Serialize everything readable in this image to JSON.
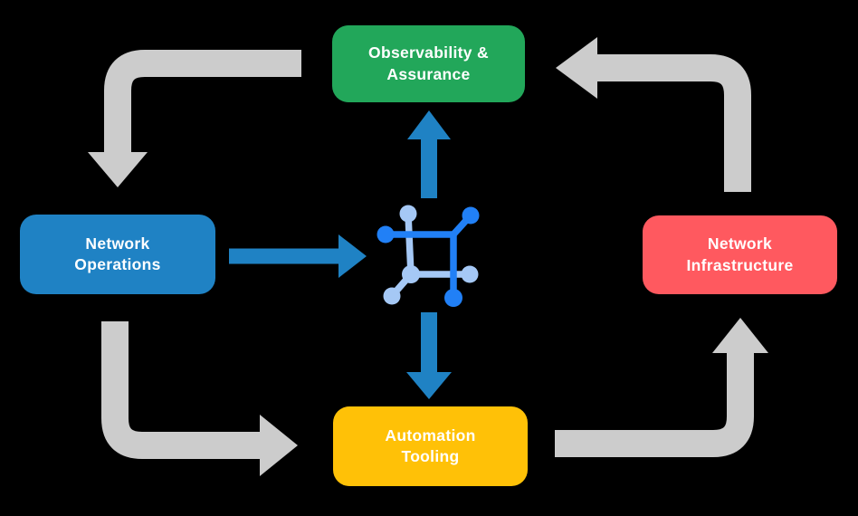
{
  "nodes": [
    {
      "id": "observability-assurance",
      "label": "Observability &\nAssurance",
      "color": "#22A75A"
    },
    {
      "id": "network-operations",
      "label": "Network\nOperations",
      "color": "#1F82C4"
    },
    {
      "id": "network-infrastructure",
      "label": "Network\nInfrastructure",
      "color": "#FF595F"
    },
    {
      "id": "automation-tooling",
      "label": "Automation\nTooling",
      "color": "#FFC107"
    }
  ],
  "center_icon": "network-fabric-icon",
  "flows": [
    {
      "from": "observability-assurance",
      "to": "network-operations",
      "style": "gray-elbow-arrow"
    },
    {
      "from": "network-operations",
      "to": "automation-tooling",
      "style": "gray-elbow-arrow"
    },
    {
      "from": "automation-tooling",
      "to": "network-infrastructure",
      "style": "gray-elbow-arrow"
    },
    {
      "from": "network-infrastructure",
      "to": "observability-assurance",
      "style": "gray-elbow-arrow"
    },
    {
      "from": "network-operations",
      "to": "center-icon",
      "style": "blue-arrow"
    },
    {
      "from": "center-icon",
      "to": "observability-assurance",
      "style": "blue-arrow"
    },
    {
      "from": "center-icon",
      "to": "automation-tooling",
      "style": "blue-arrow"
    }
  ],
  "colors": {
    "background": "#000000",
    "text": "#FFFFFF",
    "arrow_gray": "#CCCCCC",
    "arrow_blue": "#1F82C4",
    "icon_blue_dark": "#2180F6",
    "icon_blue_light": "#A5C8F5"
  }
}
